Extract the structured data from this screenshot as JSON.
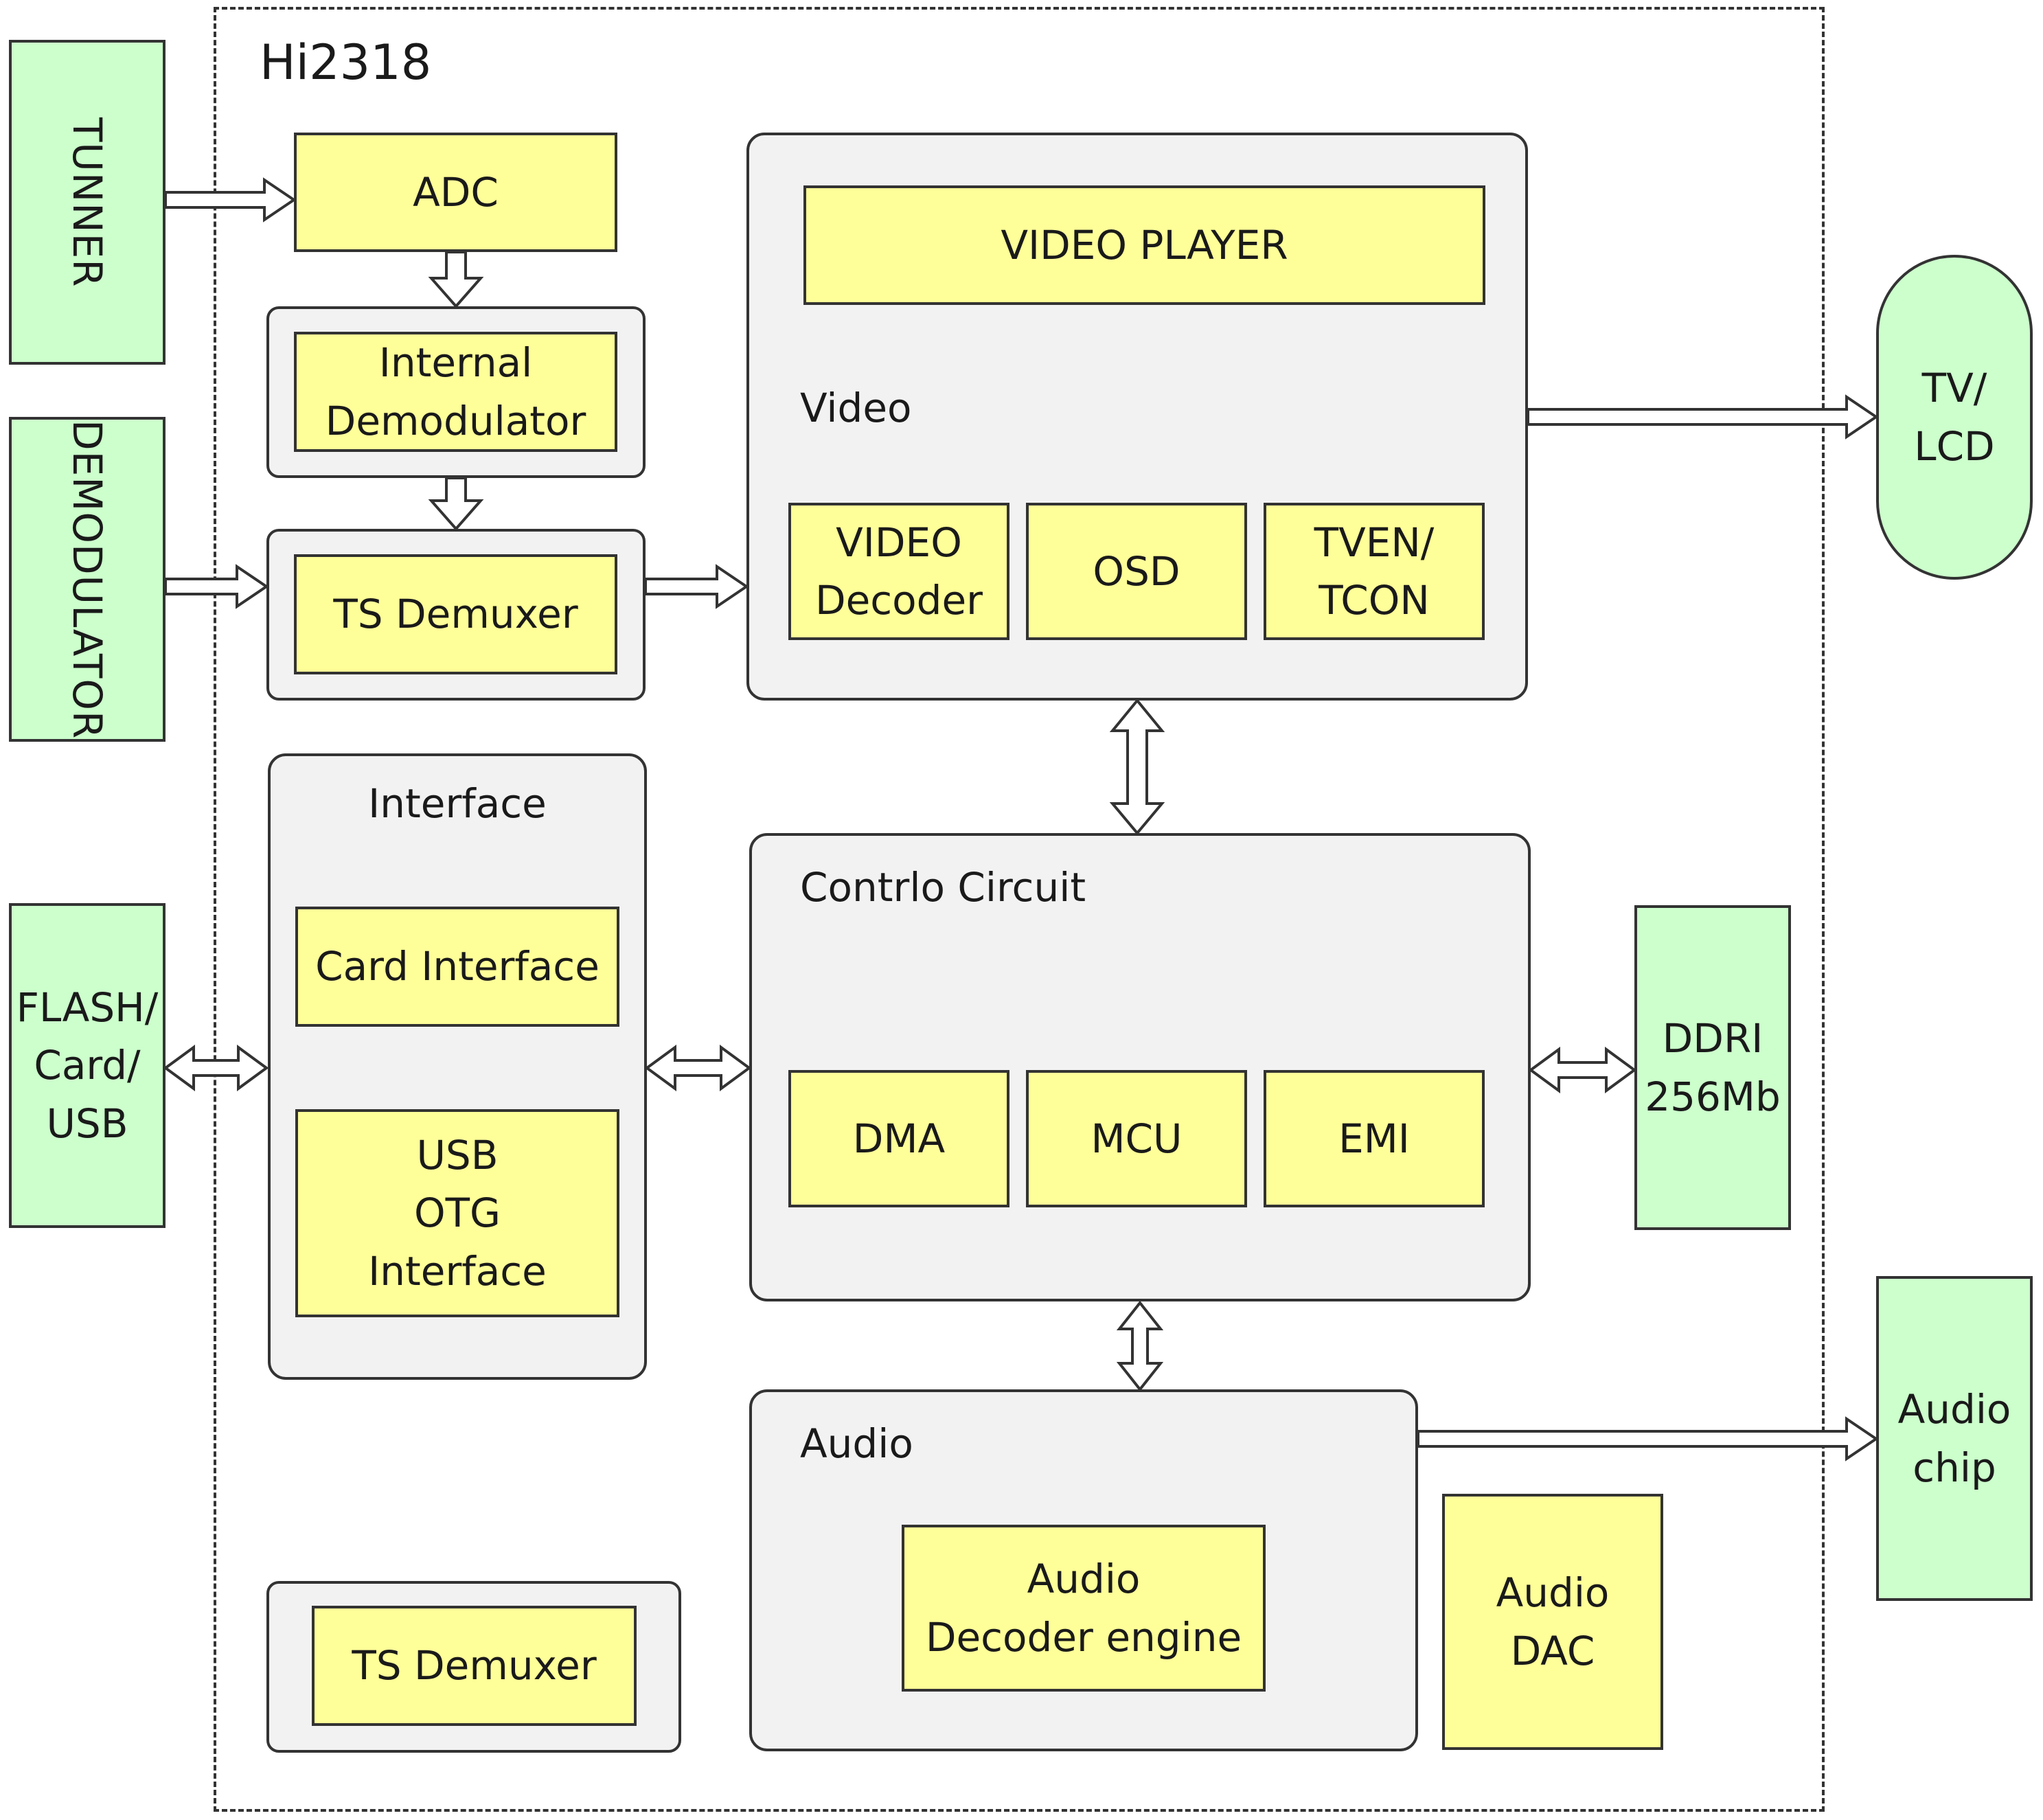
{
  "chip": {
    "name": "Hi2318"
  },
  "external": {
    "tunner": "TUNNER",
    "demodulator": "DEMODULATOR",
    "flash_card_usb": "FLASH/\nCard/\nUSB",
    "tv_lcd": "TV/\nLCD",
    "ddr": "DDRI\n256Mb",
    "audio_chip": "Audio\nchip"
  },
  "frontend": {
    "adc": "ADC",
    "internal_demodulator": "Internal\nDemodulator",
    "ts_demuxer_top": "TS Demuxer",
    "ts_demuxer_bottom": "TS Demuxer"
  },
  "video": {
    "group_label": "Video",
    "player": "VIDEO PLAYER",
    "decoder": "VIDEO\nDecoder",
    "osd": "OSD",
    "tven_tcon": "TVEN/\nTCON"
  },
  "interface": {
    "group_label": "Interface",
    "card": "Card Interface",
    "usb_otg": "USB\nOTG\nInterface"
  },
  "control": {
    "group_label": "Contrlo Circuit",
    "dma": "DMA",
    "mcu": "MCU",
    "emi": "EMI"
  },
  "audio": {
    "group_label": "Audio",
    "decoder_engine": "Audio\nDecoder engine",
    "dac": "Audio\nDAC"
  },
  "colors": {
    "external_fill": "#ccffcc",
    "block_fill": "#ffff99",
    "group_fill": "#f2f2f2",
    "stroke": "#333333"
  }
}
